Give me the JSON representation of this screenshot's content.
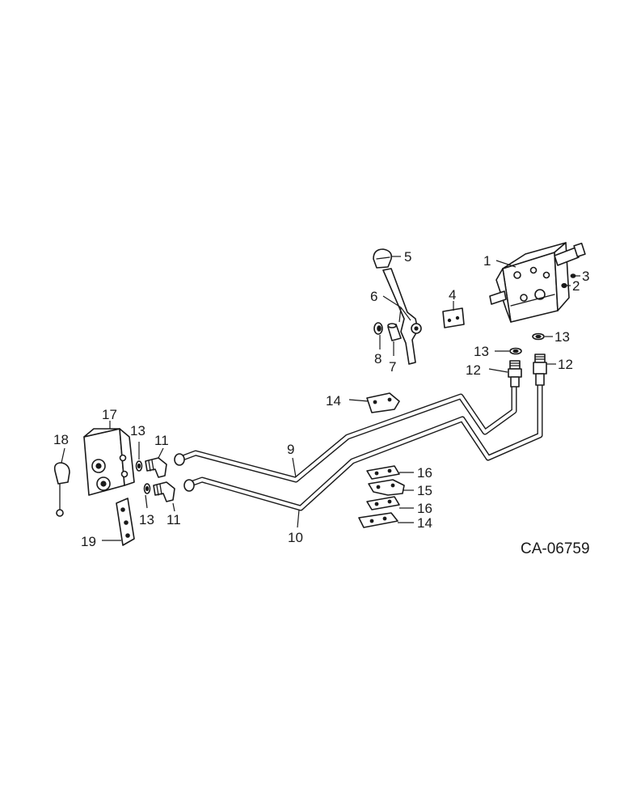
{
  "drawing_code": "CA-06759",
  "callouts": {
    "c1": "1",
    "c2": "2",
    "c3": "3",
    "c4": "4",
    "c5": "5",
    "c6": "6",
    "c7": "7",
    "c8": "8",
    "c9": "9",
    "c10": "10",
    "c11a": "11",
    "c11b": "11",
    "c12a": "12",
    "c12b": "12",
    "c13a": "13",
    "c13b": "13",
    "c13c": "13",
    "c13d": "13",
    "c14a": "14",
    "c14b": "14",
    "c15": "15",
    "c16a": "16",
    "c16b": "16",
    "c17": "17",
    "c18": "18",
    "c19": "19"
  }
}
